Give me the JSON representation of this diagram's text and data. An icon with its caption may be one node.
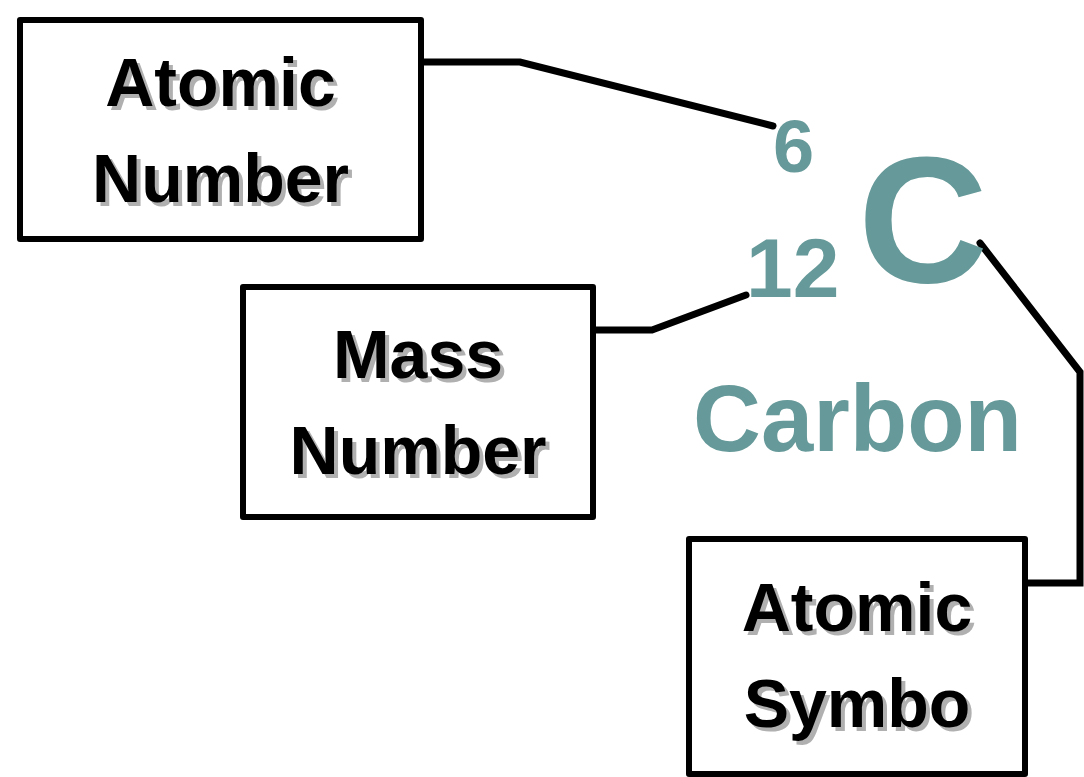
{
  "diagram": {
    "nodes": [
      {
        "text": [
          "Atomic Number"
        ]
      },
      {
        "text": [
          "6"
        ]
      },
      {
        "text": [
          "Mass Number"
        ]
      },
      {
        "text": [
          "12"
        ]
      },
      {
        "text": [
          "C"
        ]
      },
      {
        "text": [
          "Atomic Symbo"
        ]
      }
    ],
    "edges": [
      {
        "from": 0,
        "to": 1,
        "arrow": "none"
      },
      {
        "from": 2,
        "to": 3,
        "arrow": "none"
      },
      {
        "from": 4,
        "to": 5,
        "arrow": "none"
      }
    ],
    "labels": [
      "Carbon"
    ]
  }
}
